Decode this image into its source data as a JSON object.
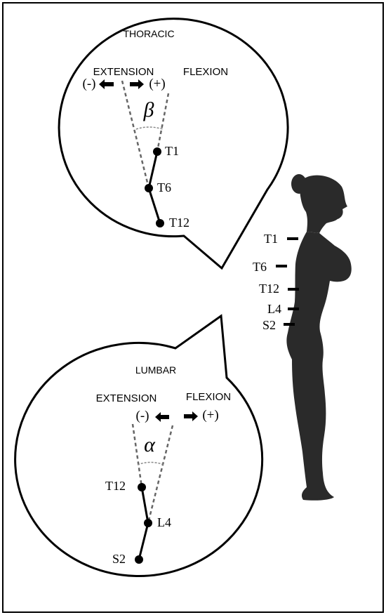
{
  "thoracic": {
    "title": "THORACIC",
    "extension_label": "EXTENSION",
    "flexion_label": "FLEXION",
    "negative_sign": "(-)",
    "positive_sign": "(+)",
    "angle_symbol": "β",
    "points": [
      "T1",
      "T6",
      "T12"
    ]
  },
  "lumbar": {
    "title": "LUMBAR",
    "extension_label": "EXTENSION",
    "flexion_label": "FLEXION",
    "negative_sign": "(-)",
    "positive_sign": "(+)",
    "angle_symbol": "α",
    "points": [
      "T12",
      "L4",
      "S2"
    ]
  },
  "body_markers": [
    "T1",
    "T6",
    "T12",
    "L4",
    "S2"
  ],
  "colors": {
    "ink": "#000000",
    "dashed": "#666666",
    "silhouette": "#2a2a2a",
    "paper": "#ffffff"
  },
  "icons": [
    "arrow-left-icon",
    "arrow-right-icon"
  ]
}
